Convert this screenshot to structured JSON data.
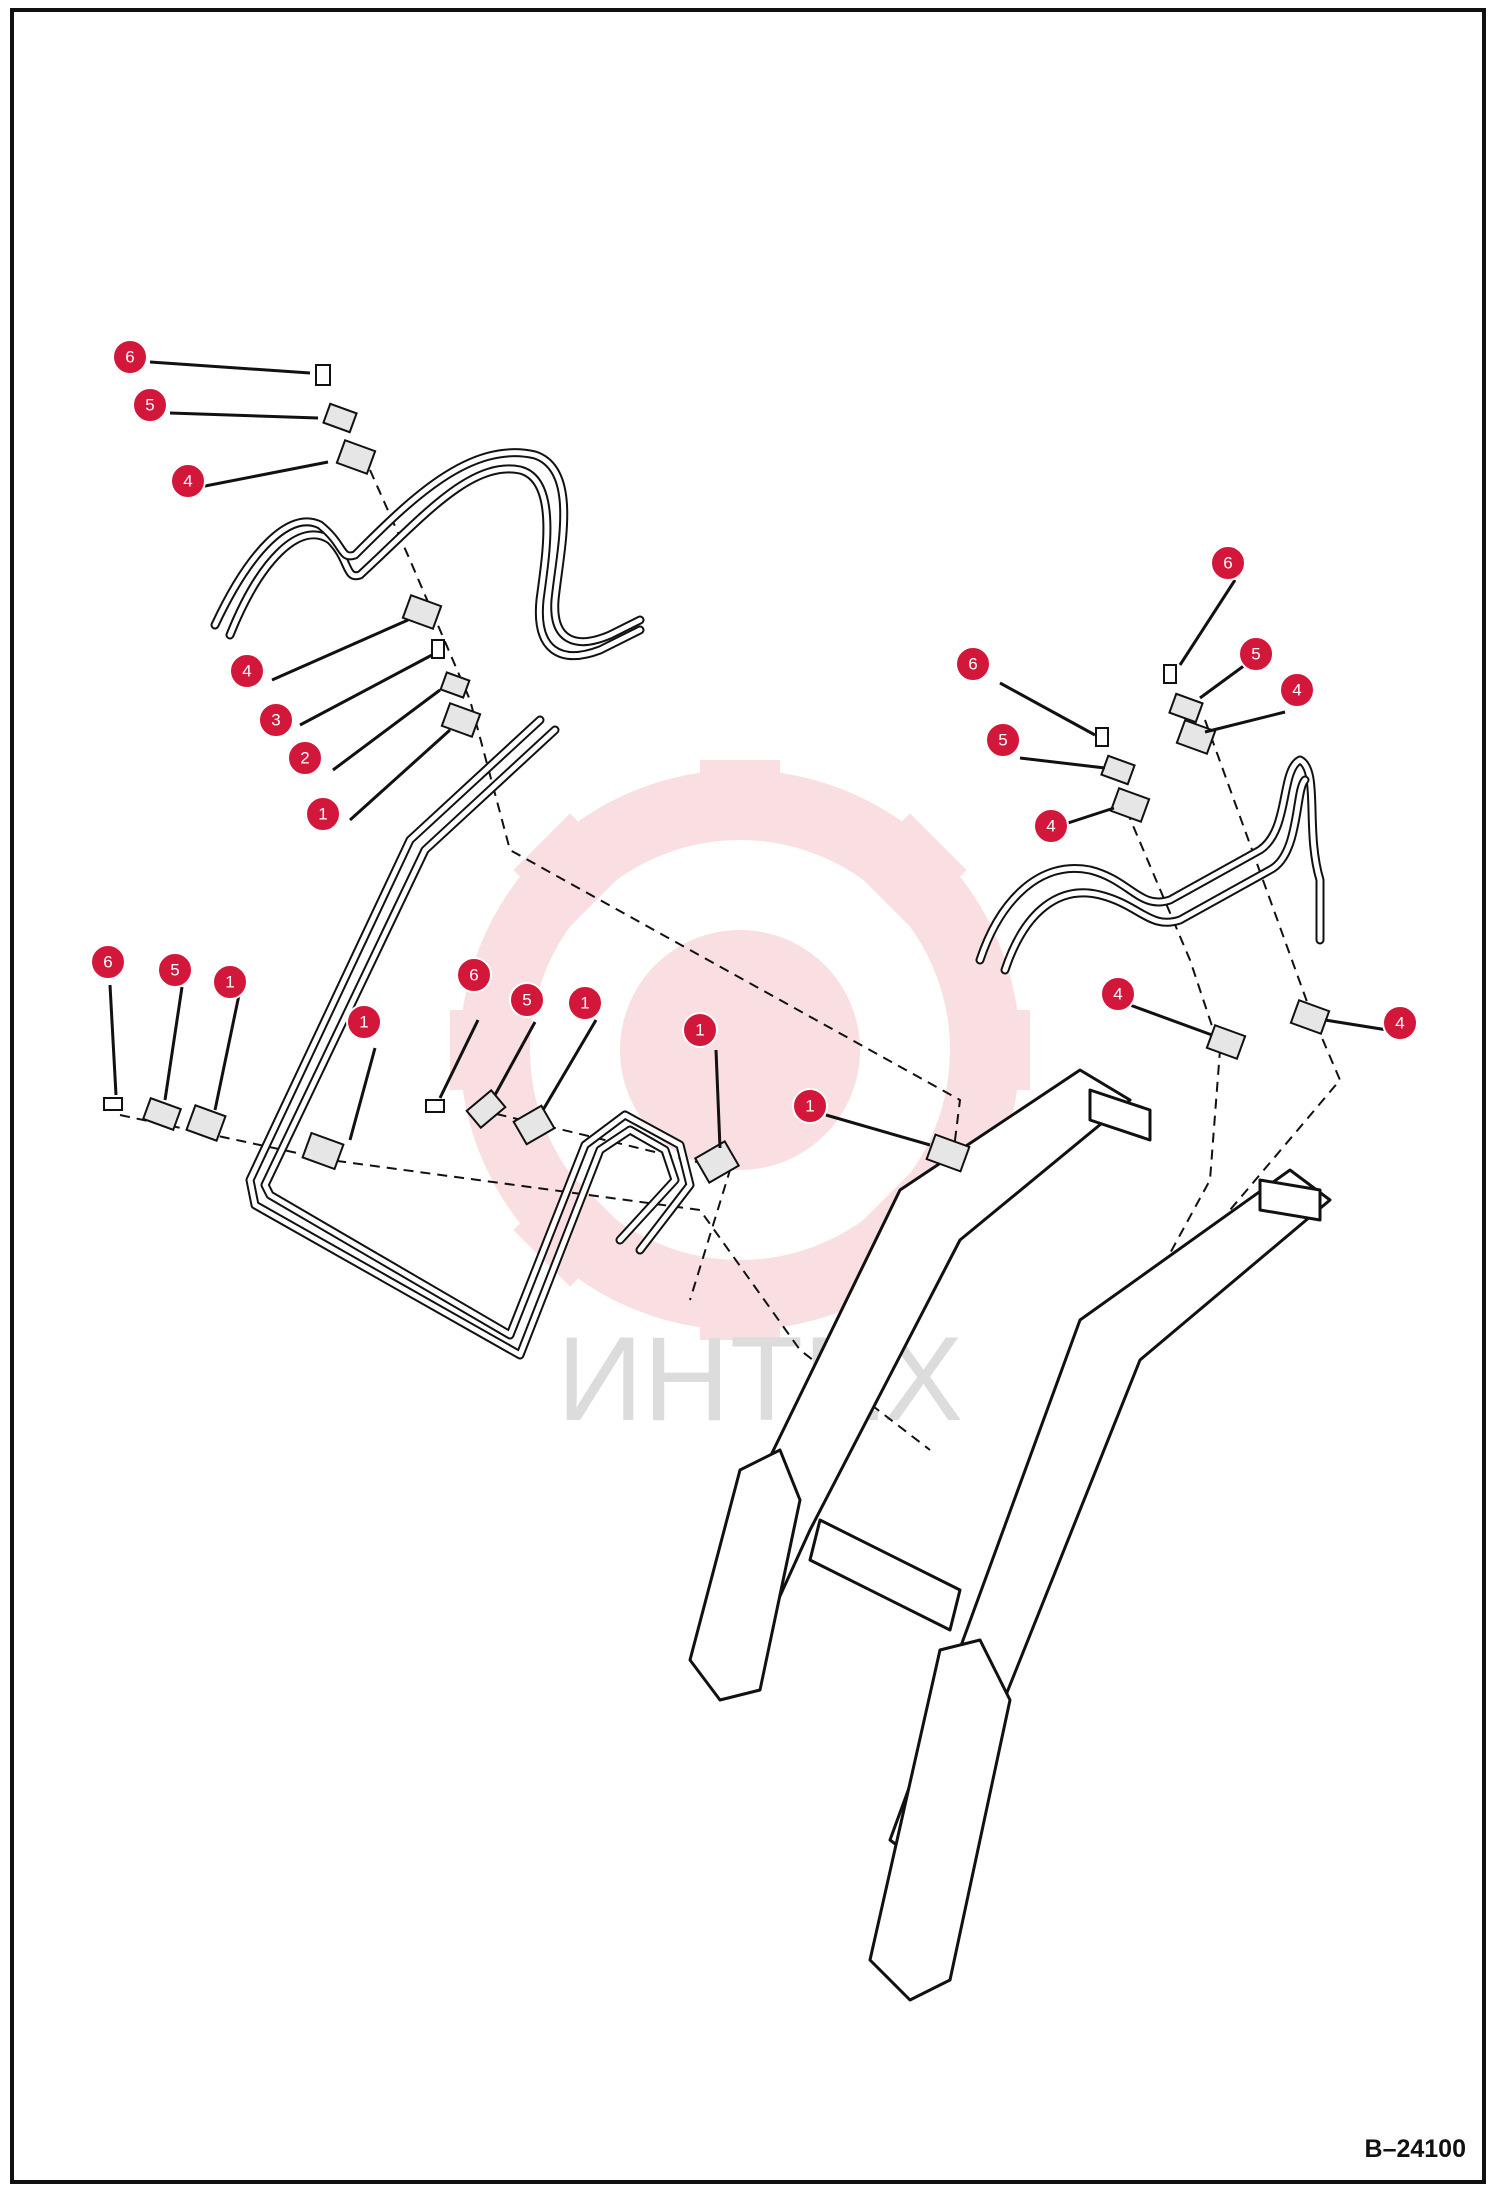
{
  "drawing_code": "B–24100",
  "watermark": {
    "text": "ИНТЕХ",
    "color": "#f3b9bd"
  },
  "callout_color": "#d3173a",
  "callouts": [
    {
      "label": "6"
    },
    {
      "label": "5"
    },
    {
      "label": "4"
    },
    {
      "label": "4"
    },
    {
      "label": "3"
    },
    {
      "label": "2"
    },
    {
      "label": "1"
    },
    {
      "label": "6"
    },
    {
      "label": "5"
    },
    {
      "label": "4"
    },
    {
      "label": "6"
    },
    {
      "label": "5"
    },
    {
      "label": "4"
    },
    {
      "label": "6"
    },
    {
      "label": "5"
    },
    {
      "label": "1"
    },
    {
      "label": "1"
    },
    {
      "label": "6"
    },
    {
      "label": "5"
    },
    {
      "label": "1"
    },
    {
      "label": "1"
    },
    {
      "label": "1"
    },
    {
      "label": "4"
    },
    {
      "label": "4"
    }
  ]
}
